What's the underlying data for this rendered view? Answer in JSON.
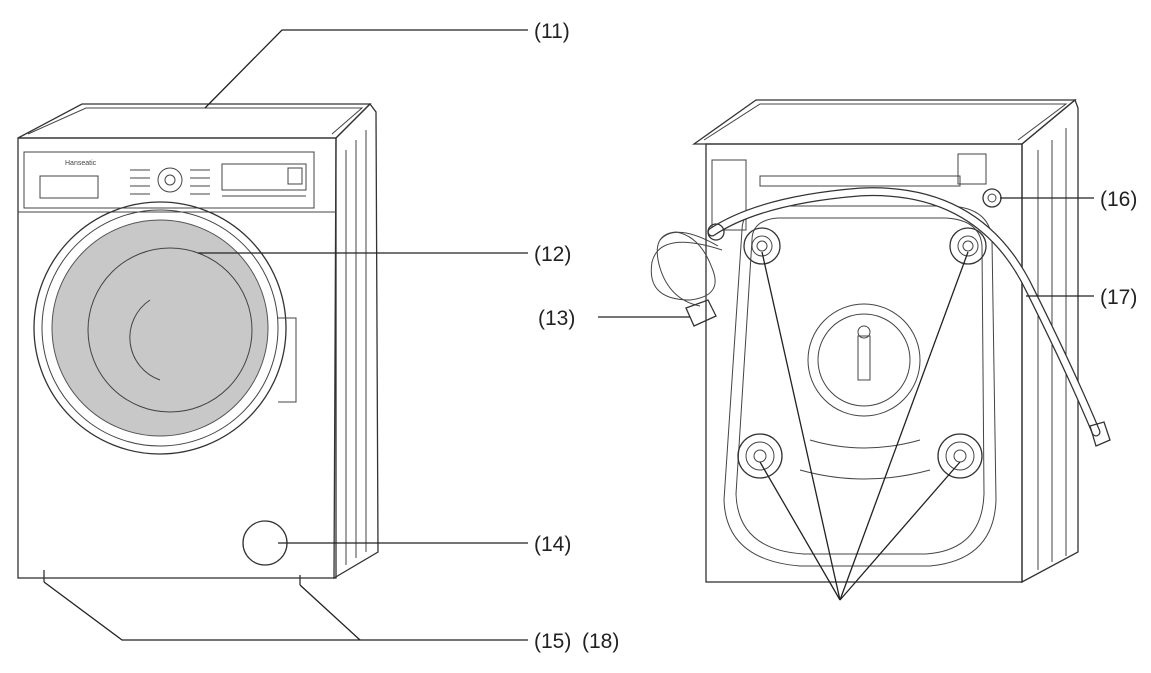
{
  "labels": {
    "lid": "(11)",
    "door": "(12)",
    "power_cord": "(13)",
    "filter_cover": "(14)",
    "feet": "(15)",
    "feet_extra": "(18)",
    "inlet_valve": "(16)",
    "drain_hose": "(17)"
  },
  "colors": {
    "line": "#333333",
    "door_glass": "#c8c8c8",
    "background": "#ffffff"
  }
}
